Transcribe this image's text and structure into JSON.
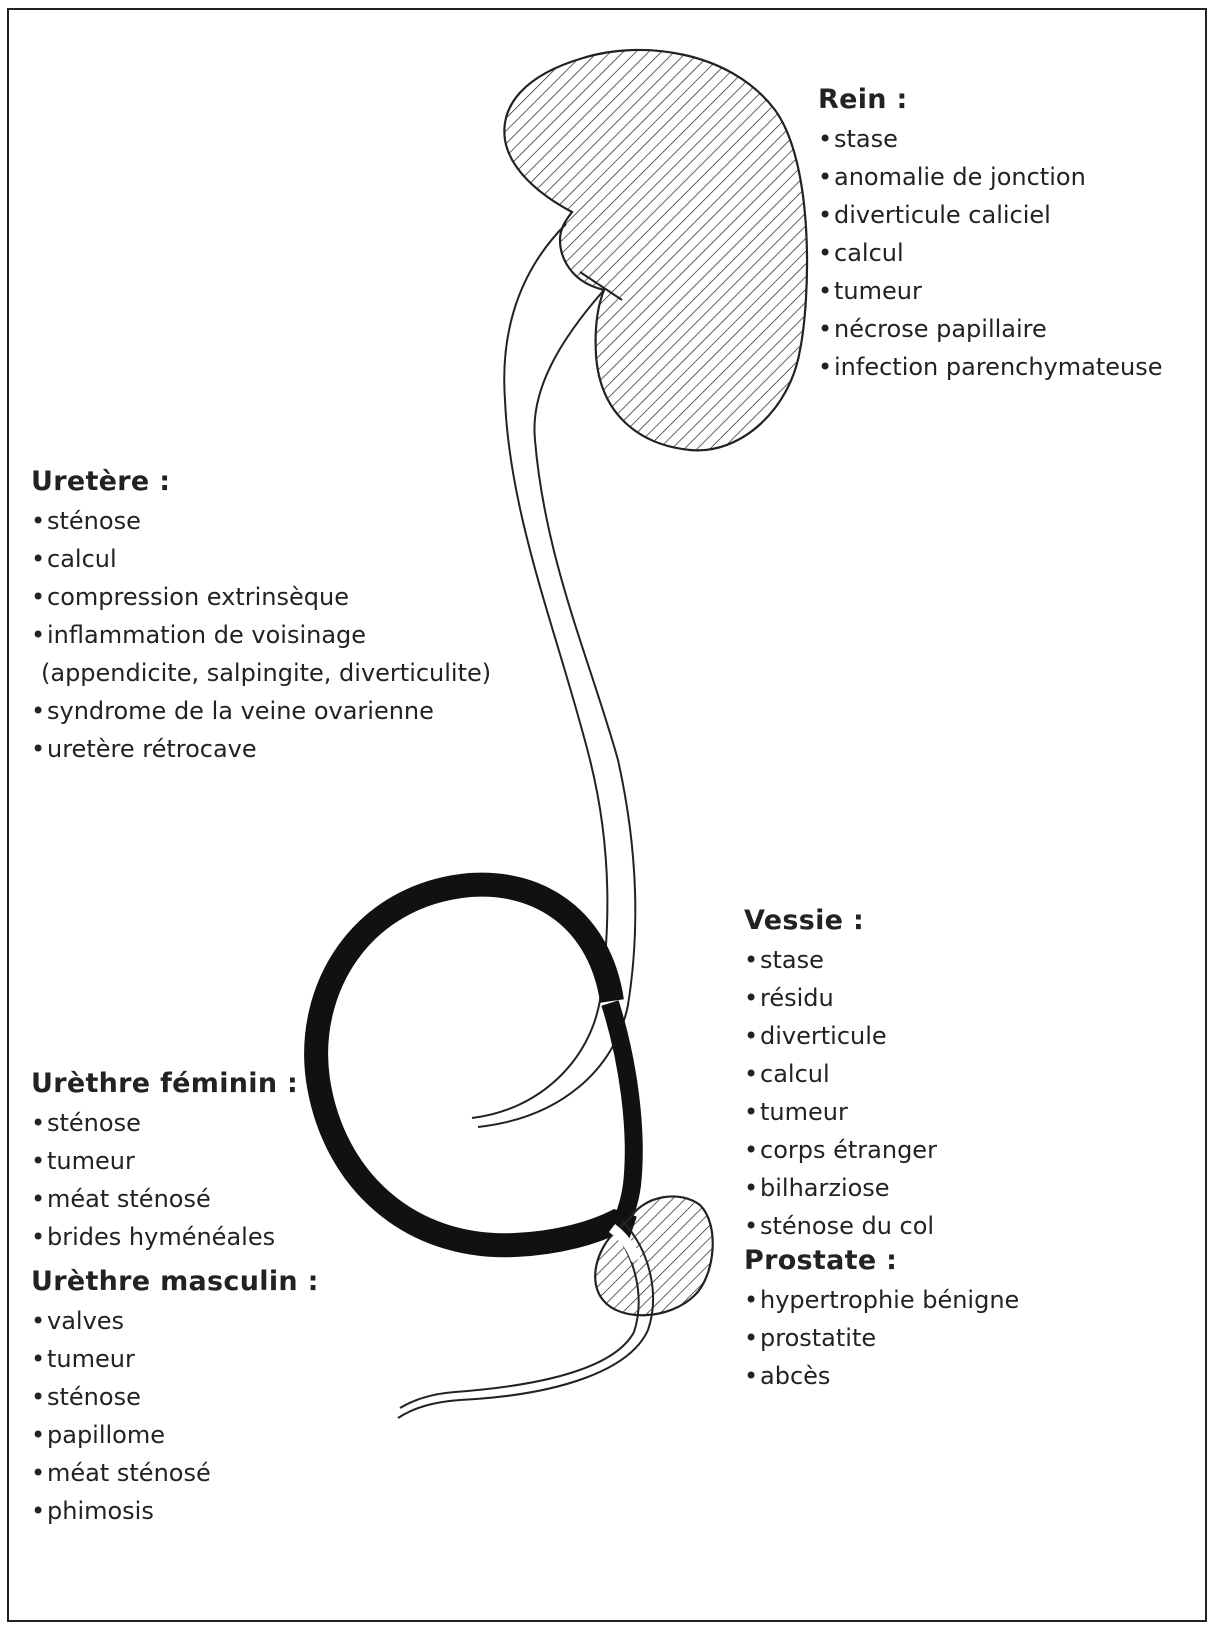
{
  "colors": {
    "ink": "#222222",
    "background": "#ffffff"
  },
  "rein": {
    "title": "Rein :",
    "items": [
      "stase",
      "anomalie de jonction",
      "diverticule caliciel",
      "calcul",
      "tumeur",
      "nécrose papillaire",
      "infection parenchymateuse"
    ]
  },
  "uretere": {
    "title": "Uretère :",
    "items": [
      "sténose",
      "calcul",
      "compression extrinsèque",
      "inflammation de voisinage",
      "(appendicite, salpingite, diverticulite)",
      "syndrome de la veine ovarienne",
      "uretère rétrocave"
    ]
  },
  "vessie": {
    "title": "Vessie :",
    "items": [
      "stase",
      "résidu",
      "diverticule",
      "calcul",
      "tumeur",
      "corps étranger",
      "bilharziose",
      "sténose du col"
    ]
  },
  "urethre_feminin": {
    "title": "Urèthre féminin :",
    "items": [
      "sténose",
      "tumeur",
      "méat sténosé",
      "brides hyménéales"
    ]
  },
  "prostate": {
    "title": "Prostate :",
    "items": [
      "hypertrophie bénigne",
      "prostatite",
      "abcès"
    ]
  },
  "urethre_masculin": {
    "title": "Urèthre masculin :",
    "items": [
      "valves",
      "tumeur",
      "sténose",
      "papillome",
      "méat sténosé",
      "phimosis"
    ]
  }
}
